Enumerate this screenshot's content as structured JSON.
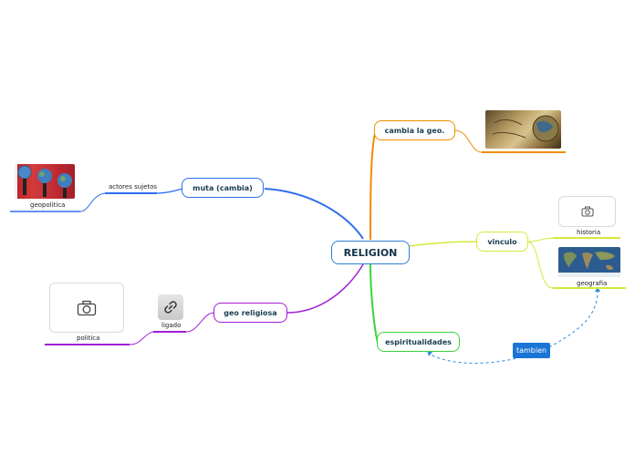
{
  "central": {
    "label": "RELIGION",
    "color": "#2a7fd4"
  },
  "branches": {
    "muta": {
      "label": "muta (cambia)",
      "color": "#2f6ff0"
    },
    "cambia": {
      "label": "cambia la geo.",
      "color": "#f08c00"
    },
    "vinculo": {
      "label": "vinculo",
      "color": "#d6e83a"
    },
    "espiritualidades": {
      "label": "espiritualidades",
      "color": "#39d43b"
    },
    "geo_religiosa": {
      "label": "geo religiosa",
      "color": "#a21ed6"
    }
  },
  "subtopics": {
    "actores_sujetos": "actores sujetos",
    "geopolitica": "geopolitica",
    "historia": "historia",
    "geografia": "geografia",
    "ligado": "ligado",
    "politica": "politica"
  },
  "relationship": {
    "label": "tambien",
    "color": "#1a74d6"
  },
  "icons": {
    "camera": "camera-icon",
    "link": "link-icon"
  }
}
